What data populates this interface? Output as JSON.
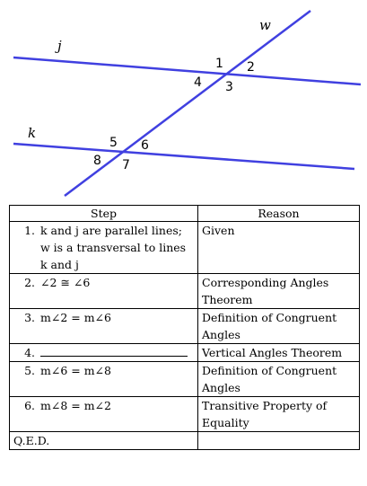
{
  "diagram": {
    "line_labels": {
      "j": "j",
      "k": "k",
      "w": "w"
    },
    "angle_labels": [
      "1",
      "2",
      "3",
      "4",
      "5",
      "6",
      "7",
      "8"
    ],
    "line_color": "#4040e0"
  },
  "table": {
    "headers": {
      "step": "Step",
      "reason": "Reason"
    },
    "rows": [
      {
        "num": "1.",
        "step": "k and j are parallel lines; w is a transversal to lines k and j",
        "reason": "Given"
      },
      {
        "num": "2.",
        "step": "∠2 ≅ ∠6",
        "reason": "Corresponding Angles Theorem"
      },
      {
        "num": "3.",
        "step": "m∠2 = m∠6",
        "reason": "Definition of Congruent Angles"
      },
      {
        "num": "4.",
        "step": "",
        "reason": "Vertical Angles Theorem"
      },
      {
        "num": "5.",
        "step": "m∠6 = m∠8",
        "reason": "Definition of Congruent Angles"
      },
      {
        "num": "6.",
        "step": "m∠8 = m∠2",
        "reason": "Transitive Property of Equality"
      }
    ],
    "footer": "Q.E.D."
  }
}
